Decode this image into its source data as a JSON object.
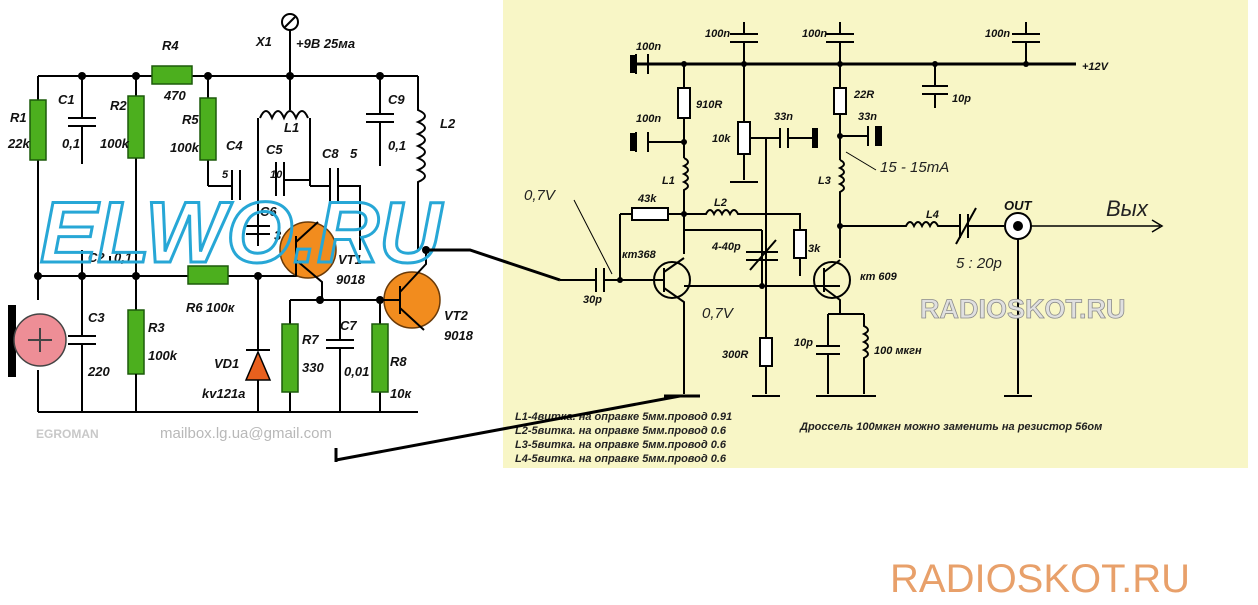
{
  "left_schematic": {
    "watermark": "ELWO.RU",
    "signature": "EGROMAN",
    "email": "mailbox.lg.ua@gmail.com",
    "supply_label": "X1",
    "supply_value": "+9В 25ма",
    "labels": {
      "R1": "R1",
      "R1_val": "22k",
      "C1": "C1",
      "C1_val": "0,1",
      "R2": "R2",
      "R2_val": "100k",
      "R4": "R4",
      "R4_val": "470",
      "R5": "R5",
      "R5_val": "100k",
      "C4": "C4",
      "C4_val": "5",
      "L1": "L1",
      "C5": "C5",
      "C5_val": "10",
      "C8": "C8",
      "C8_val": "5",
      "C9": "C9",
      "C9_val": "0,1",
      "L2": "L2",
      "C6": "C6",
      "C6_val": "3",
      "C2": "C2",
      "C2_val": "0,1",
      "VT1": "VT1",
      "VT1_val": "9018",
      "VT2": "VT2",
      "VT2_val": "9018",
      "C3": "C3",
      "C3_val": "220",
      "R3": "R3",
      "R3_val": "100k",
      "R6": "R6",
      "R6_val": "100к",
      "R7": "R7",
      "R7_val": "330",
      "C7": "C7",
      "C7_val": "0,01",
      "R8": "R8",
      "R8_val": "10к",
      "VD1": "VD1",
      "VD1_val": "kv121a"
    }
  },
  "right_schematic": {
    "watermark": "RADIOSKOT.RU",
    "supply": "+12V",
    "labels": {
      "cap_100n_1": "100n",
      "cap_100n_2": "100n",
      "cap_100n_3": "100n",
      "cap_100n_4": "100n",
      "cap_100n_5": "100n",
      "r_910": "910R",
      "r_10k": "10k",
      "c_33n_1": "33n",
      "c_33n_2": "33n",
      "r_22": "22R",
      "c_10p_top": "10p",
      "L1": "L1",
      "L2": "L2",
      "L3": "L3",
      "L4": "L4",
      "r_43k": "43k",
      "c_4_40": "4-40p",
      "r_3k": "3k",
      "q1": "кт368",
      "q2": "кт 609",
      "c_30p": "30p",
      "c_5_20": "5 : 20p",
      "r_300": "300R",
      "c_10p_bot": "10p",
      "l_choke": "100\nмкгн",
      "out": "OUT"
    },
    "hand_notes": {
      "in_voltage": "0,7V",
      "mid_voltage": "0,7V",
      "current": "15 - 15mA",
      "output": "Вых"
    },
    "coil_notes": [
      "L1-4витка. на оправке 5мм.провод 0.91",
      "L2-5витка. на оправке 5мм.провод 0.6",
      "L3-5витка. на оправке 5мм.провод 0.6",
      "L4-5витка. на оправке 5мм.провод 0.6"
    ],
    "choke_note": "Дроссель 100мкгн можно заменить на резистор 56ом"
  },
  "footer_brand": "RADIOSKOT.RU",
  "colors": {
    "right_bg": "#f8f6c6",
    "resistor_fill": "#4caf1e",
    "transistor_fill": "#f28c1e",
    "mic_fill": "#ee8e96",
    "watermark_left": "#27a7d6",
    "brand": "#e8a06a"
  }
}
